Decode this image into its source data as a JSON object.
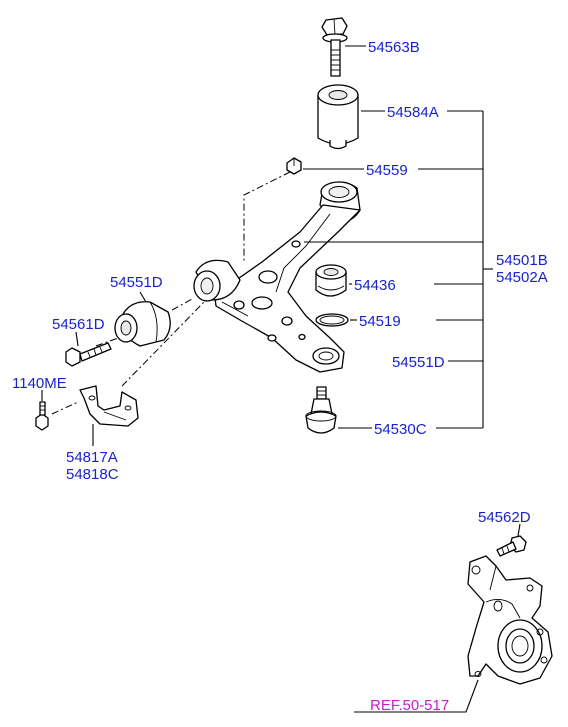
{
  "colors": {
    "label": "#1a23c8",
    "ref_label": "#c81ec8",
    "line": "#000000"
  },
  "labels": {
    "p54563b": "54563B",
    "p54584a": "54584A",
    "p54559": "54559",
    "p54551d_top": "54551D",
    "p54501b": "54501B",
    "p54502a": "54502A",
    "p54436": "54436",
    "p54561d": "54561D",
    "p54519": "54519",
    "p54551d_right": "54551D",
    "p1140me": "1140ME",
    "p54530c": "54530C",
    "p54817a": "54817A",
    "p54818c": "54818C",
    "p54562d": "54562D",
    "ref": "REF.50-517"
  }
}
